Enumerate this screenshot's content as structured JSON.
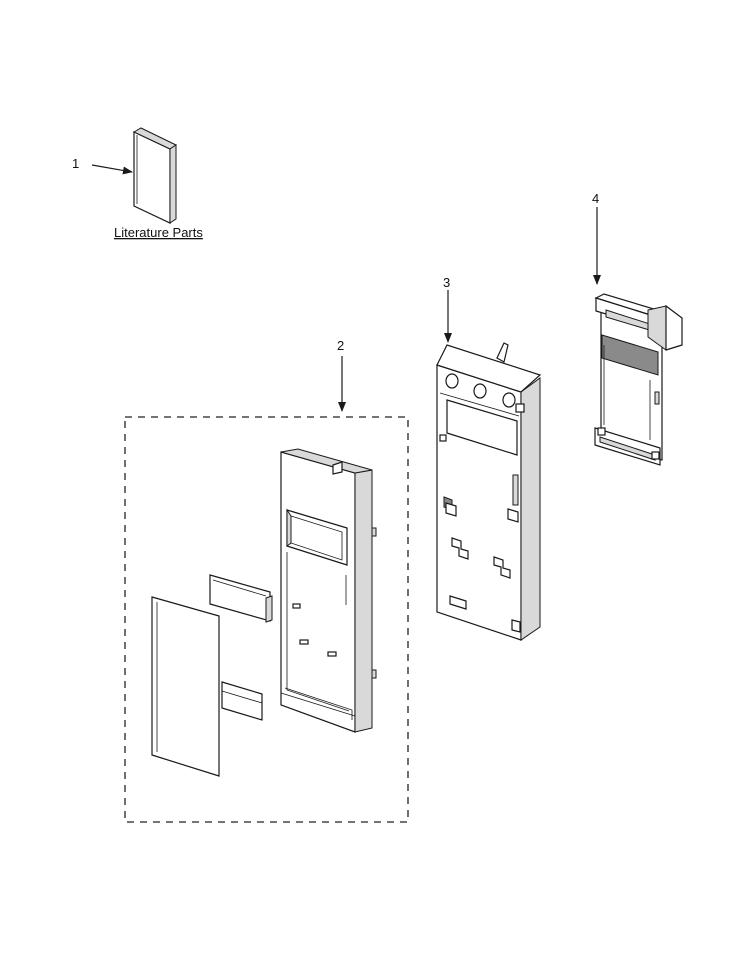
{
  "callouts": [
    {
      "id": "1",
      "text": "1"
    },
    {
      "id": "2",
      "text": "2"
    },
    {
      "id": "3",
      "text": "3"
    },
    {
      "id": "4",
      "text": "4"
    }
  ],
  "literature_label": "Literature Parts",
  "colors": {
    "line": "#1a1a1a",
    "shade": "#d9d9d9",
    "dark_shade": "#8a8a8a",
    "background": "#ffffff"
  }
}
